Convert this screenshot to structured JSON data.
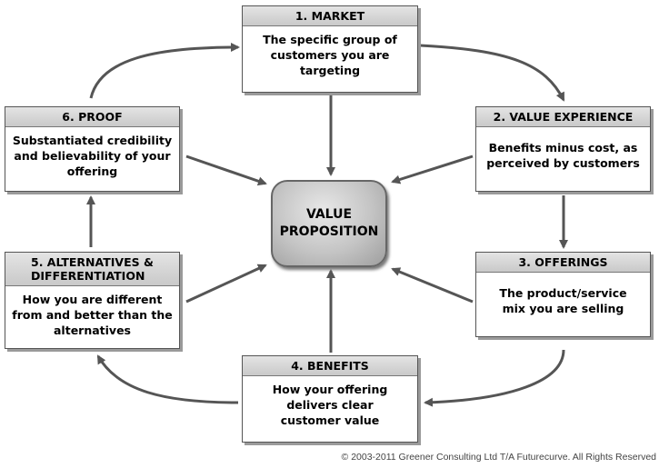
{
  "center": {
    "line1": "VALUE",
    "line2": "PROPOSITION"
  },
  "boxes": [
    {
      "title": "1. MARKET",
      "body": "The specific group of customers you are targeting"
    },
    {
      "title": "2. VALUE EXPERIENCE",
      "body": "Benefits minus cost, as perceived by customers"
    },
    {
      "title": "3. OFFERINGS",
      "body": "The product/service mix you are selling"
    },
    {
      "title": "4. BENEFITS",
      "body": "How your offering delivers clear customer value"
    },
    {
      "title": "5. ALTERNATIVES & DIFFERENTIATION",
      "body": "How you are different from and better than the alternatives"
    },
    {
      "title": "6. PROOF",
      "body": "Substantiated credibility and believability of your offering"
    }
  ],
  "footer": {
    "copyright": "© 2003-2011 Greener Consulting Ltd T/A Futurecurve. All Rights Reserved"
  }
}
